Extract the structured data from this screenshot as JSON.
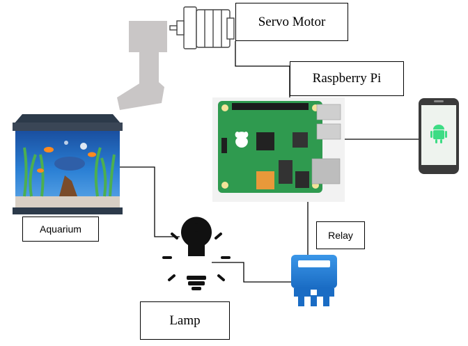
{
  "labels": {
    "servo_motor": "Servo Motor",
    "raspberry_pi": "Raspberry Pi",
    "aquarium": "Aquarium",
    "relay": "Relay",
    "lamp": "Lamp"
  },
  "colors": {
    "board_green": "#2f9a4f",
    "relay_blue": "#1f7fd6",
    "phone_screen": "#eef3ee",
    "android_green": "#3ddc84",
    "arm_gray": "#c9c6c6",
    "aquarium_water": "#2a7fd4",
    "line": "#000000"
  },
  "icons": [
    "servo-motor-icon",
    "servo-arm-icon",
    "raspberry-pi-board-icon",
    "smartphone-android-icon",
    "aquarium-icon",
    "lamp-bulb-icon",
    "relay-icon"
  ]
}
